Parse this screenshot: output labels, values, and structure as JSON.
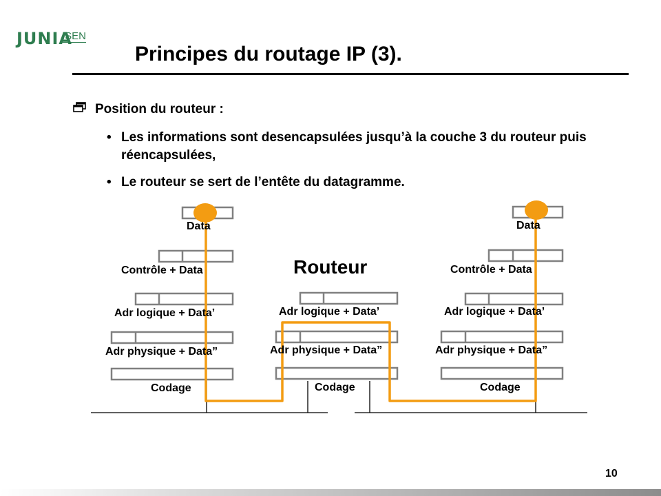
{
  "logo": {
    "mark": "JUNIA",
    "sub": "ISEN"
  },
  "title": "Principes du routage IP (3).",
  "section": {
    "label": "Position du routeur :"
  },
  "bullets": [
    "Les informations sont desencapsulées jusqu’à la couche 3 du routeur puis réencapsulées,",
    "Le routeur se sert de l’entête du datagramme."
  ],
  "diagram": {
    "left_stack": {
      "data": "Data",
      "controle": "Contrôle + Data",
      "adr_logique": "Adr logique + Data’",
      "adr_physique": "Adr physique + Data”",
      "codage": "Codage"
    },
    "router": {
      "title": "Routeur",
      "adr_logique": "Adr logique + Data’",
      "adr_physique": "Adr physique + Data”",
      "codage": "Codage"
    },
    "right_stack": {
      "data": "Data",
      "controle": "Contrôle + Data",
      "adr_logique": "Adr logique + Data’",
      "adr_physique": "Adr physique + Data”",
      "codage": "Codage"
    },
    "colors": {
      "path": "#f39c12",
      "box": "#808080",
      "line": "#000000"
    }
  },
  "page_number": "10"
}
